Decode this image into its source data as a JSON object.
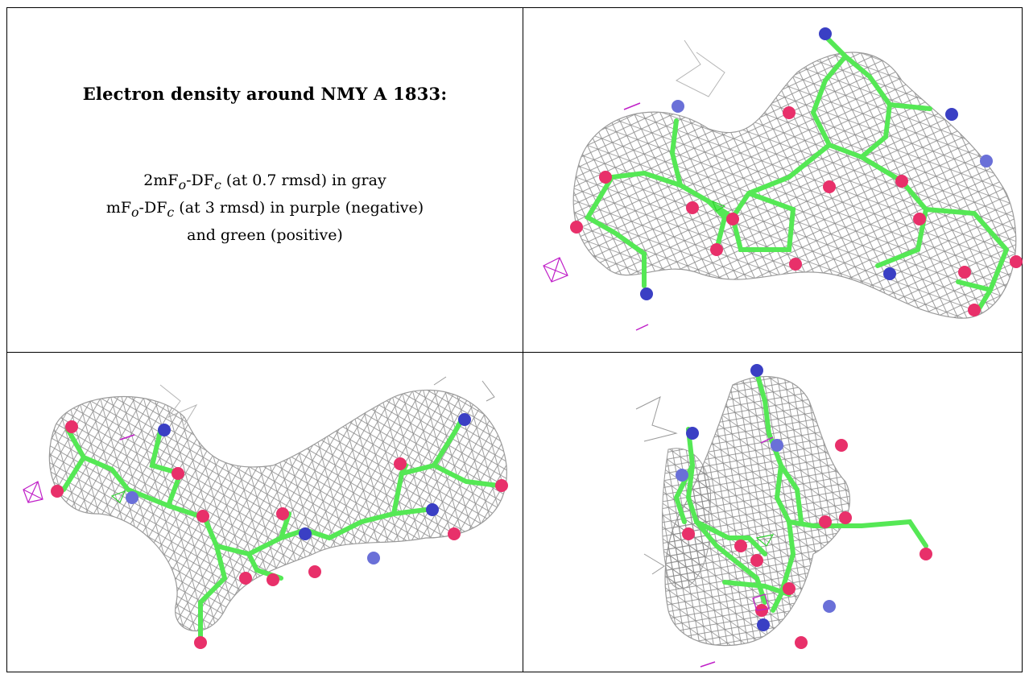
{
  "panel_text": {
    "title": "Electron density around NMY A 1833:",
    "line1_pre": "2mF",
    "line1_sub1": "o",
    "line1_mid": "-DF",
    "line1_sub2": "c",
    "line1_post": " (at 0.7 rmsd) in gray",
    "line2_pre": "mF",
    "line2_sub1": "o",
    "line2_mid": "-DF",
    "line2_sub2": "c",
    "line2_post": " (at 3 rmsd) in purple (negative)",
    "line3": "and green (positive)"
  },
  "colors": {
    "carbon_bond": "#55e855",
    "oxygen_atom": "#e8306a",
    "nitrogen_atom": "#3a3fc4",
    "mesh_gray": "#8a8a8a",
    "negative_density": "#c020c8",
    "positive_density": "#30d030"
  }
}
